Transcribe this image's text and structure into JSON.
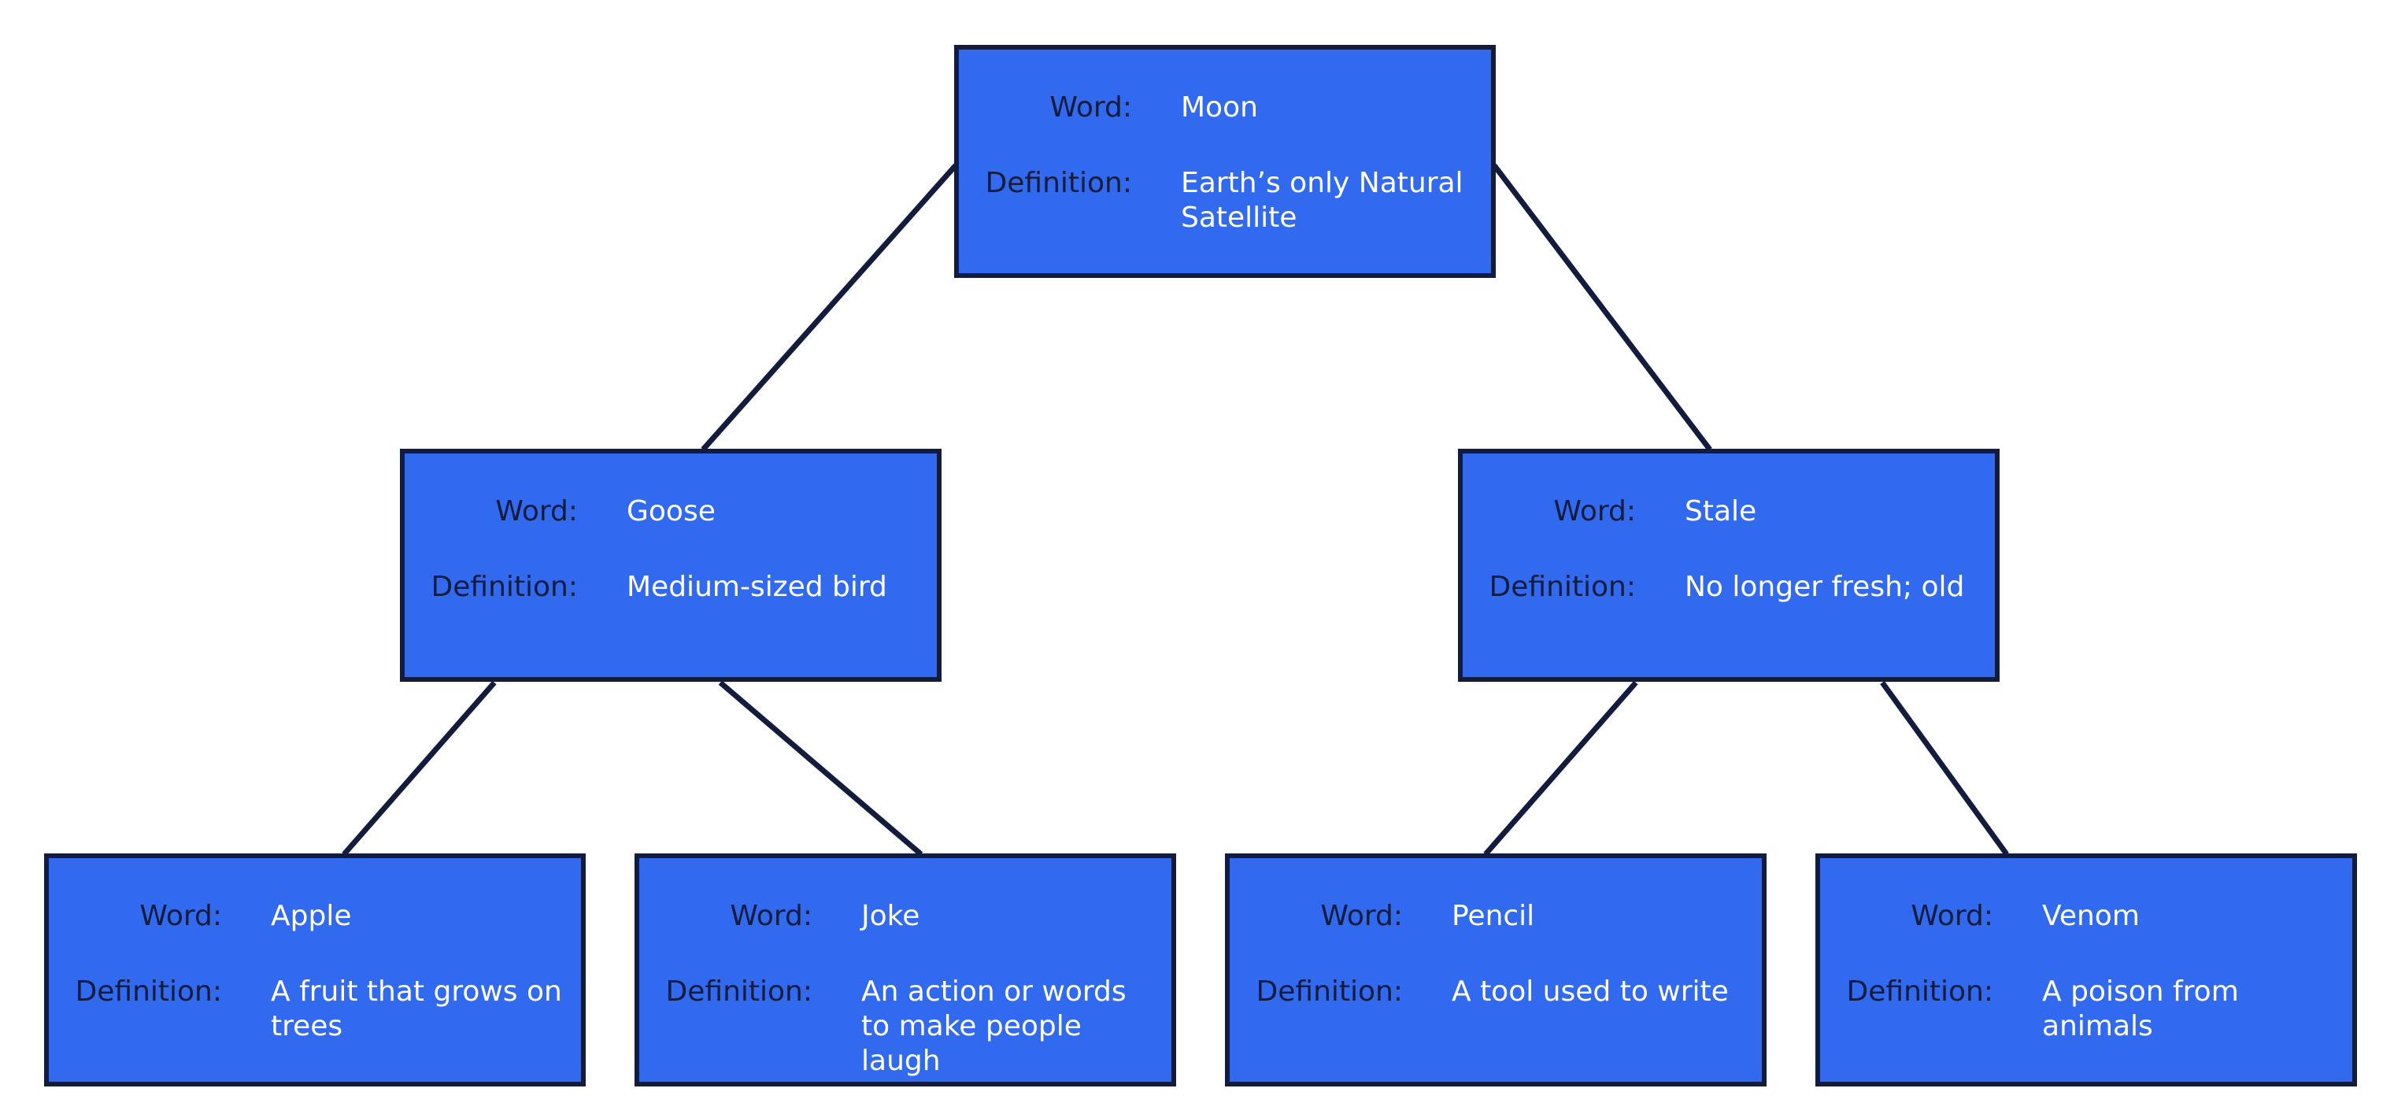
{
  "colors": {
    "node_fill": "#3169ef",
    "node_border": "#131c3d",
    "edge": "#131c3d",
    "key_text": "#131c3d",
    "value_text": "#ffffff"
  },
  "labels": {
    "word": "Word:",
    "definition": "Definition:"
  },
  "nodes": [
    {
      "id": "moon",
      "parent": null,
      "word": "Moon",
      "definition": "Earth’s only Natural Satellite"
    },
    {
      "id": "goose",
      "parent": "moon",
      "word": "Goose",
      "definition": "Medium-sized bird"
    },
    {
      "id": "stale",
      "parent": "moon",
      "word": "Stale",
      "definition": "No longer fresh; old"
    },
    {
      "id": "apple",
      "parent": "goose",
      "word": "Apple",
      "definition": "A fruit that grows on trees"
    },
    {
      "id": "joke",
      "parent": "goose",
      "word": "Joke",
      "definition": "An action or words to make people laugh"
    },
    {
      "id": "pencil",
      "parent": "stale",
      "word": "Pencil",
      "definition": "A tool used to write"
    },
    {
      "id": "venom",
      "parent": "stale",
      "word": "Venom",
      "definition": "A poison from animals"
    }
  ]
}
